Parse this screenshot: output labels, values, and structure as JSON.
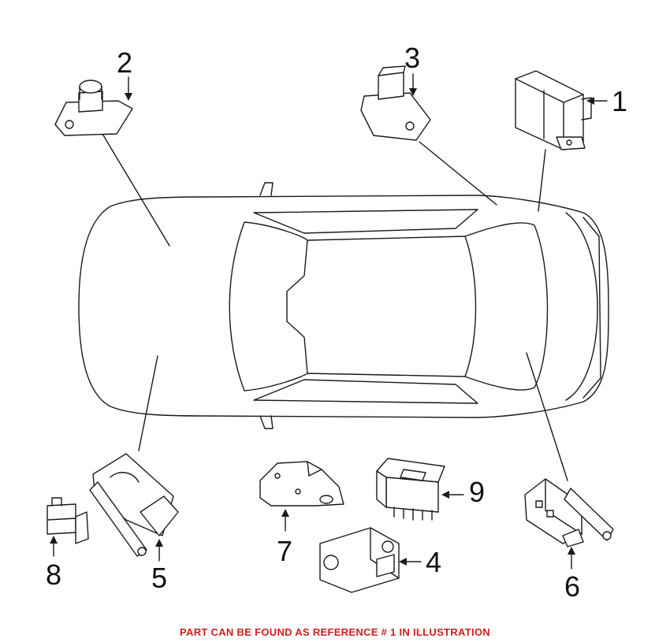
{
  "callouts": {
    "c1": "1",
    "c2": "2",
    "c3": "3",
    "c4": "4",
    "c5": "5",
    "c6": "6",
    "c7": "7",
    "c8": "8",
    "c9": "9"
  },
  "footer": {
    "note": "PART CAN BE FOUND AS REFERENCE # 1 IN ILLUSTRATION",
    "note_color": "#cc1f1f"
  },
  "icons": {
    "parts": [
      "sensor-module-icon",
      "impact-sensor-icon",
      "car-outline-icon",
      "connector-icon",
      "bracket-icon",
      "level-sensor-icon"
    ]
  }
}
